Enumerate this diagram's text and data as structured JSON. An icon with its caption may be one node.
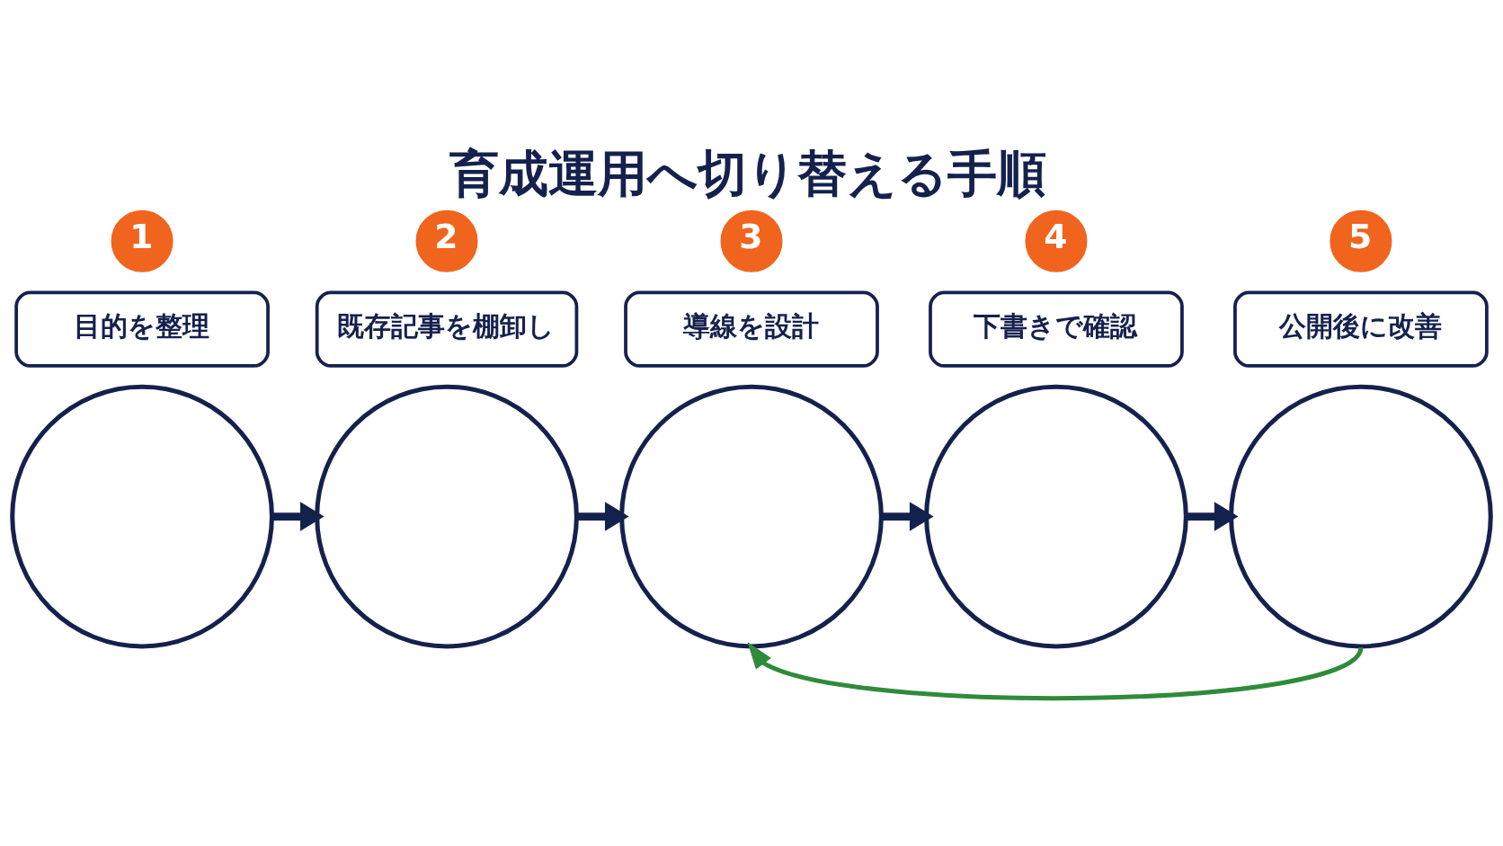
{
  "diagram": {
    "title": "育成運用へ切り替える手順",
    "nodes": [
      {
        "text": [
          "1"
        ]
      },
      {
        "text": [
          "2"
        ]
      },
      {
        "text": [
          "3"
        ]
      },
      {
        "text": [
          "4"
        ]
      },
      {
        "text": [
          "5"
        ]
      },
      {
        "text": [
          "目的を整理"
        ]
      },
      {
        "text": [
          "既存記事を棚卸し"
        ]
      },
      {
        "text": [
          "導線を設計"
        ]
      },
      {
        "text": [
          "下書きで確認"
        ]
      },
      {
        "text": [
          "公開後に改善"
        ]
      },
      {
        "text": [],
        "shape": "circle"
      },
      {
        "text": [],
        "shape": "circle"
      },
      {
        "text": [],
        "shape": "circle"
      },
      {
        "text": [],
        "shape": "circle"
      },
      {
        "text": [],
        "shape": "circle"
      }
    ],
    "edges": [
      {
        "from": 10,
        "to": 11,
        "arrow": "to"
      },
      {
        "from": 11,
        "to": 12,
        "arrow": "to"
      },
      {
        "from": 12,
        "to": 13,
        "arrow": "to"
      },
      {
        "from": 13,
        "to": 14,
        "arrow": "to"
      },
      {
        "from": 14,
        "to": 12,
        "arrow": "to",
        "color": "#2e8b3a"
      }
    ]
  }
}
